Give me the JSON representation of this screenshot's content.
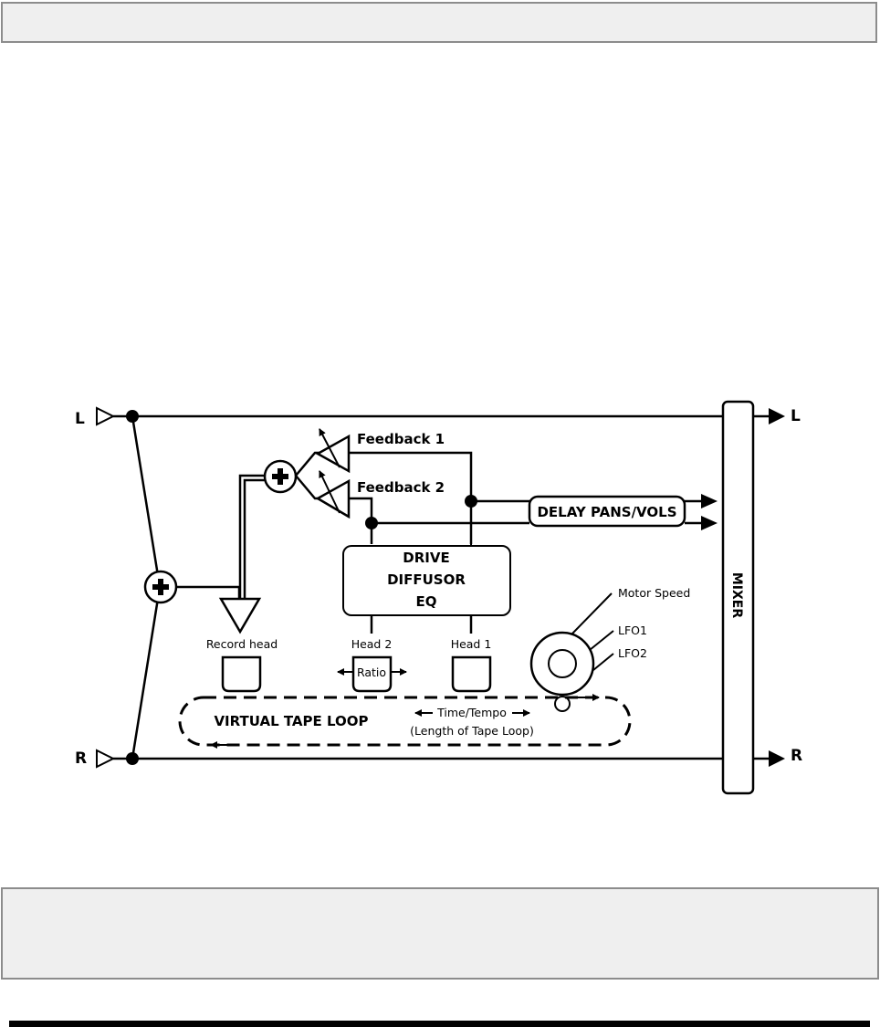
{
  "io": {
    "left_in": "L",
    "right_in": "R",
    "left_out": "L",
    "right_out": "R"
  },
  "feedback": {
    "feedback1": "Feedback 1",
    "feedback2": "Feedback 2"
  },
  "delay_pans_vols": "DELAY PANS/VOLS",
  "processor": {
    "line1": "DRIVE",
    "line2": "DIFFUSOR",
    "line3": "EQ"
  },
  "heads": {
    "record": "Record head",
    "head2": "Head 2",
    "head1": "Head 1",
    "ratio": "Ratio"
  },
  "motor": {
    "speed": "Motor Speed",
    "lfo1": "LFO1",
    "lfo2": "LFO2"
  },
  "tape_loop": {
    "label": "VIRTUAL TAPE LOOP",
    "time": "Time/Tempo",
    "length": "(Length of Tape Loop)"
  },
  "mixer": "MIXER"
}
